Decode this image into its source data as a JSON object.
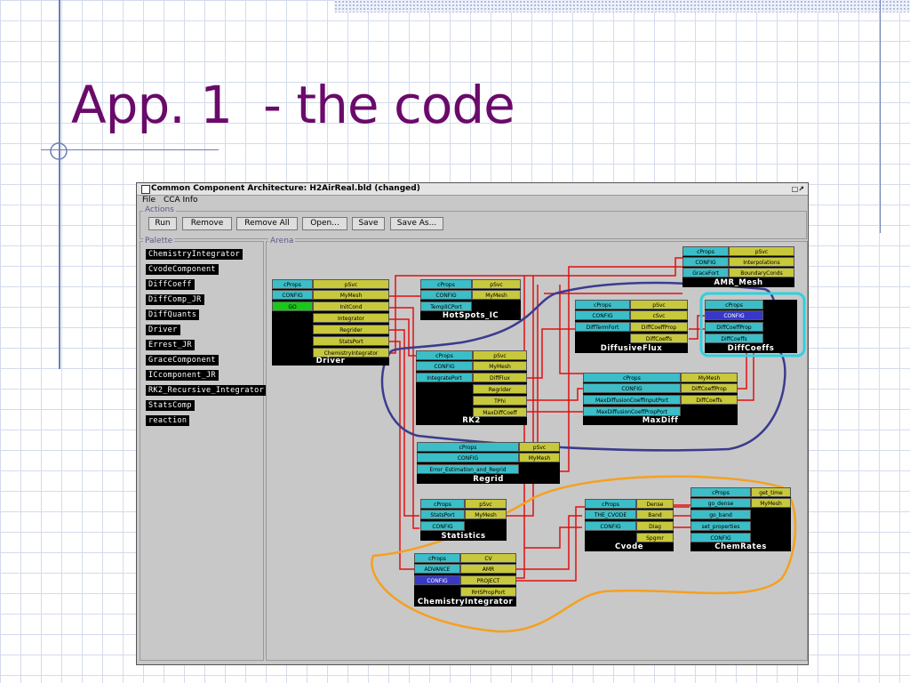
{
  "slide_title": "App. 1  - the code",
  "window": {
    "title": "Common Component Architecture: H2AirReal.bld (changed)",
    "menu": [
      "File",
      "CCA Info"
    ]
  },
  "actions": {
    "label": "Actions",
    "buttons": [
      "Run",
      "Remove",
      "Remove All",
      "Open...",
      "Save",
      "Save As..."
    ]
  },
  "palette": {
    "label": "Palette",
    "items": [
      "ChemistryIntegrator",
      "CvodeComponent",
      "DiffCoeff",
      "DiffComp_JR",
      "DiffQuants",
      "Driver",
      "Errest_JR",
      "GraceComponent",
      "ICcomponent_JR",
      "RK2_Recursive_Integrator",
      "StatsComp",
      "reaction"
    ]
  },
  "arena": {
    "label": "Arena",
    "components": {
      "amr_mesh": {
        "name": "AMR_Mesh",
        "ports": [
          "cProps",
          "pSvc",
          "CONFIG",
          "Interpolations",
          "GraceFort",
          "BoundaryConds"
        ]
      },
      "driver": {
        "name": "Driver",
        "ports": [
          "cProps",
          "pSvc",
          "CONFIG",
          "MyMesh",
          "GO",
          "InitCond",
          "Integrator",
          "Regrider",
          "StatsPort",
          "ChemistryIntegrator"
        ]
      },
      "hotspots": {
        "name": "HotSpots_IC",
        "ports": [
          "cProps",
          "pSvc",
          "CONFIG",
          "MyMesh",
          "TemplICPort"
        ]
      },
      "diffusiveflux": {
        "name": "DiffusiveFlux",
        "ports": [
          "cProps",
          "pSvc",
          "CONFIG",
          "cSvc",
          "DiffTermFort",
          "DiffCoeffProp",
          "DiffCoeffs"
        ]
      },
      "diffcoeffs": {
        "name": "DiffCoeffs",
        "ports": [
          "cProps",
          "CONFIG",
          "DiffCoeffProp",
          "DiffCoeffs"
        ]
      },
      "rk2": {
        "name": "RK2",
        "ports": [
          "cProps",
          "pSvc",
          "CONFIG",
          "MyMesh",
          "IntegratePort",
          "DiffFlux",
          "Regrider",
          "TPhi",
          "MaxDiffCoeff"
        ]
      },
      "maxdiff": {
        "name": "MaxDiff",
        "ports": [
          "cProps",
          "MyMesh",
          "CONFIG",
          "DiffCoeffProp",
          "MaxDiffusionCoeffInputPort",
          "DiffCoeffs",
          "MaxDiffusionCoeffPropPort"
        ]
      },
      "regrid": {
        "name": "Regrid",
        "ports": [
          "cProps",
          "pSvc",
          "CONFIG",
          "MyMesh",
          "Error_Estimation_and_Regrid"
        ]
      },
      "statistics": {
        "name": "Statistics",
        "ports": [
          "cProps",
          "pSvc",
          "StatsPort",
          "MyMesh",
          "CONFIG"
        ]
      },
      "cvode": {
        "name": "Cvode",
        "ports": [
          "cProps",
          "Dense",
          "THE_CVODE",
          "Band",
          "CONFIG",
          "Diag",
          "Spgmr"
        ]
      },
      "chemrates": {
        "name": "ChemRates",
        "ports": [
          "cProps",
          "get_time",
          "go_dense",
          "MyMesh",
          "go_band",
          "set_properties",
          "CONFIG"
        ]
      },
      "chemint": {
        "name": "ChemistryIntegrator",
        "ports": [
          "cProps",
          "CV",
          "ADVANCE",
          "AMR",
          "CONFIG",
          "PROJECT",
          "RHSPropPort"
        ]
      }
    }
  },
  "colors": {
    "title": "#6a0a6a",
    "port_provides": "#3bbec8",
    "port_uses": "#c8c83c",
    "wire": "#e01010",
    "highlight_blue": "#3b3b8f",
    "highlight_cyan": "#30d0e0",
    "highlight_orange": "#f5a020"
  }
}
